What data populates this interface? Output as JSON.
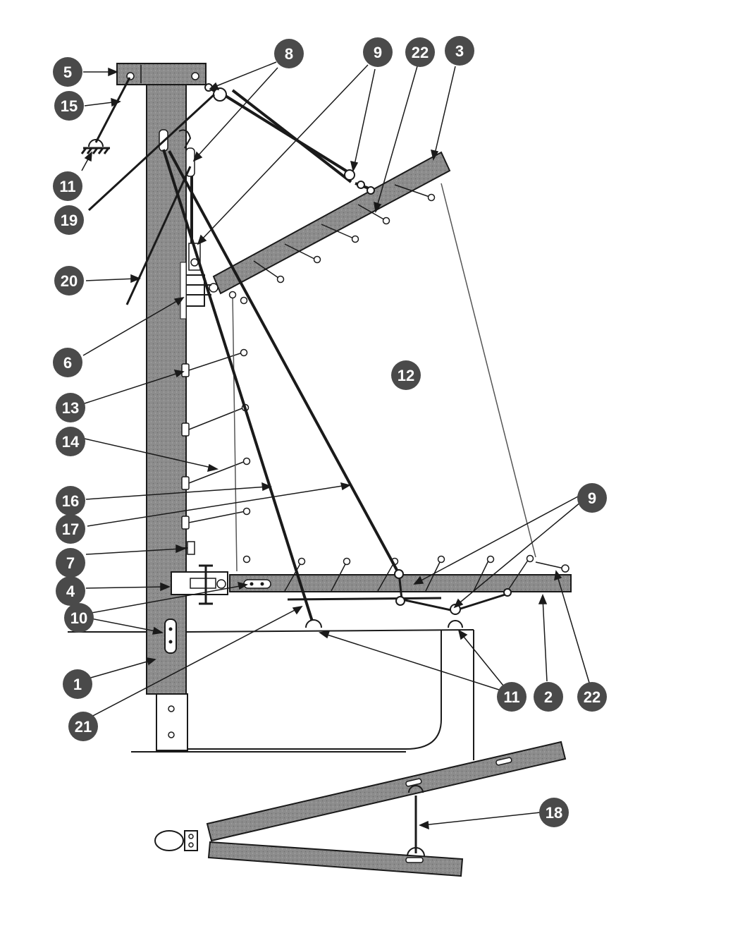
{
  "figure": {
    "colors": {
      "ink": "#1a1a1a",
      "spar": "#8a8a8a",
      "badge": "#4a4a4a",
      "paper": "#ffffff"
    },
    "callouts": [
      "5",
      "15",
      "11",
      "19",
      "20",
      "6",
      "13",
      "14",
      "16",
      "17",
      "7",
      "4",
      "10",
      "1",
      "21",
      "8",
      "9",
      "22",
      "3",
      "12",
      "9",
      "11",
      "2",
      "22",
      "18"
    ]
  }
}
